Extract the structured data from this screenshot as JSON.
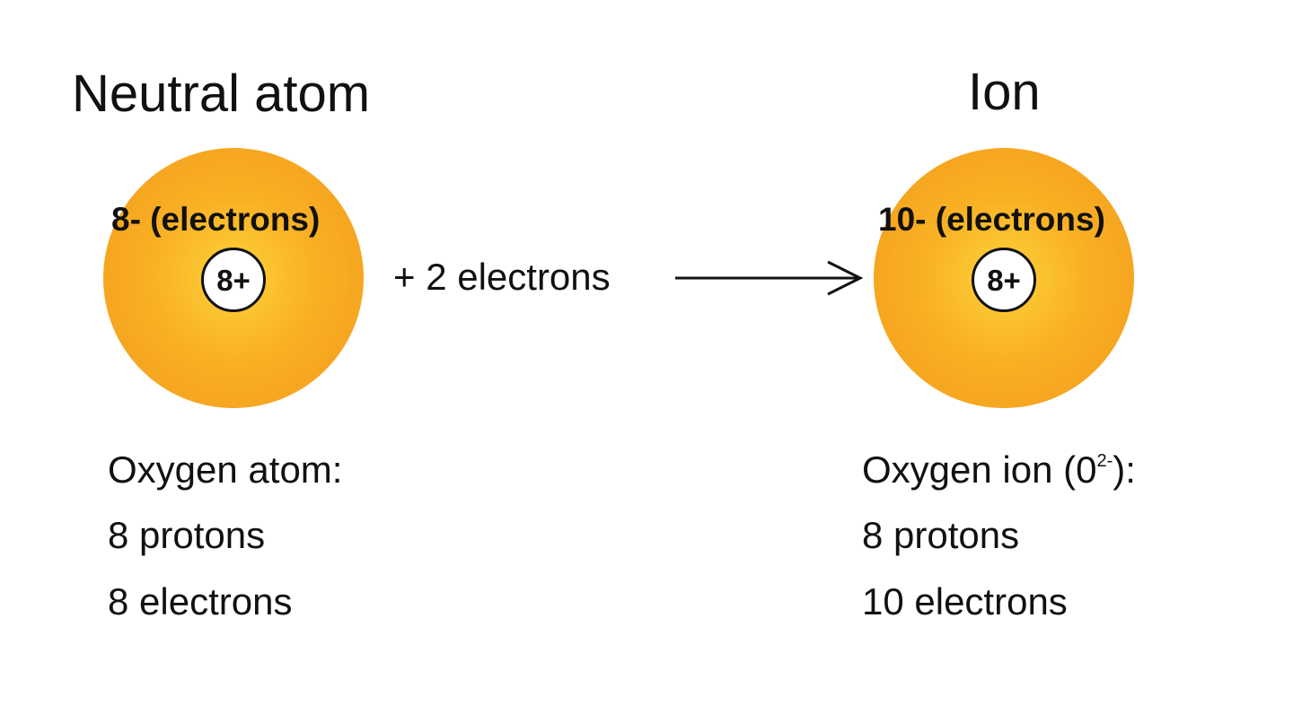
{
  "neutral": {
    "title": "Neutral atom",
    "electron_label": "8- (electrons)",
    "nucleus_label": "8+",
    "info_heading": "Oxygen atom:",
    "protons": "8 protons",
    "electrons": "8 electrons"
  },
  "reaction": {
    "label": "+ 2 electrons"
  },
  "ion": {
    "title": "Ion",
    "electron_label": "10- (electrons)",
    "nucleus_label": "8+",
    "info_heading_prefix": "Oxygen ion (0",
    "info_heading_charge": "2-",
    "info_heading_suffix": "):",
    "protons": "8 protons",
    "electrons": "10 electrons"
  },
  "colors": {
    "atom_center": "#fdd23a",
    "atom_edge": "#f29a1c",
    "text": "#111111",
    "background": "#ffffff"
  }
}
